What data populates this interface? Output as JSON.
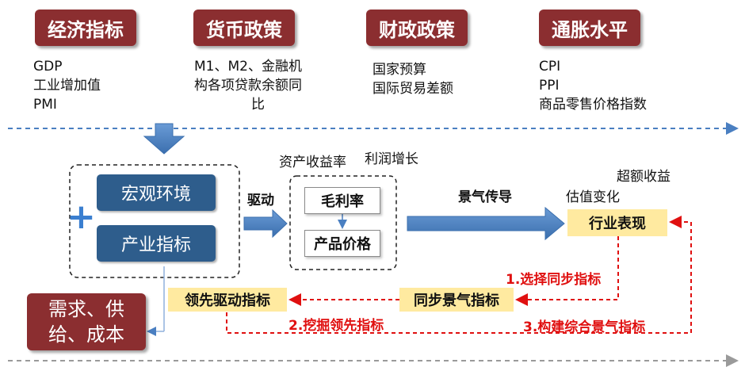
{
  "categories": [
    {
      "title": "经济指标",
      "items": [
        "GDP",
        "工业增加值",
        "PMI"
      ]
    },
    {
      "title": "货币政策",
      "items": [
        "M1、M2、金融机",
        "构各项贷款余额同",
        "比"
      ]
    },
    {
      "title": "财政政策",
      "items": [
        "国家预算",
        "国际贸易差额"
      ]
    },
    {
      "title": "通胀水平",
      "items": [
        "CPI",
        "PPI",
        "商品零售价格指数"
      ]
    }
  ],
  "plus_symbol": "+",
  "macro_env": "宏观环境",
  "industry_indicator": "产业指标",
  "drive_label": "驱动",
  "asset_return_label": "资产收益率",
  "profit_growth_label": "利润增长",
  "gross_margin": "毛利率",
  "product_price": "产品价格",
  "transmission_label": "景气传导",
  "excess_return_label": "超额收益",
  "valuation_change_label": "估值变化",
  "industry_performance": "行业表现",
  "step1": "1.选择同步指标",
  "step2": "2.挖掘领先指标",
  "step3": "3.构建综合景气指标",
  "sync_indicator": "同步景气指标",
  "lead_indicator": "领先驱动指标",
  "demand_box": [
    "需求、供",
    "给、成本"
  ],
  "colors": {
    "dark_red": "#8b2e30",
    "blue": "#2e5d8c",
    "arrow_blue": "#4a7fc1",
    "yellow": "#ffeaa0",
    "red": "#e01010",
    "dash_blue": "#4a7fc1"
  }
}
